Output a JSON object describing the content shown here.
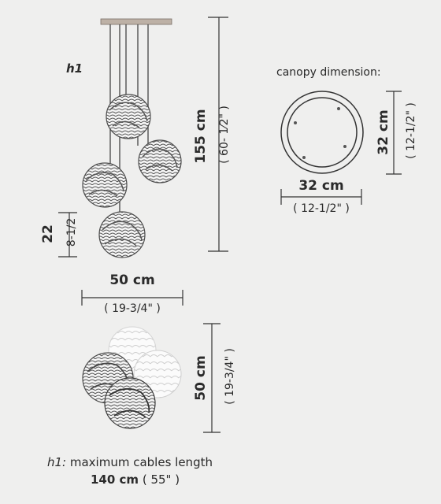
{
  "h1_label": "h1",
  "height": {
    "value": "155 cm",
    "imperial": "( 60-  1⁄2\" )"
  },
  "globe_diameter": {
    "value": "22",
    "imperial": "8-1/2"
  },
  "cluster_width": {
    "value": "50 cm",
    "imperial": "( 19-3/4\" )"
  },
  "canopy": {
    "title": "canopy dimension:",
    "width_value": "32 cm",
    "width_imperial": "( 12-1/2\" )",
    "height_value": "32 cm",
    "height_imperial": "( 12-1/2\" )"
  },
  "top_view": {
    "value": "50 cm",
    "imperial": "( 19-3/4\" )"
  },
  "footer": {
    "line1_prefix": "h1:",
    "line1_text": " maximum cables length",
    "line2_value": "140 cm",
    "line2_imperial": " ( 55\" )"
  }
}
